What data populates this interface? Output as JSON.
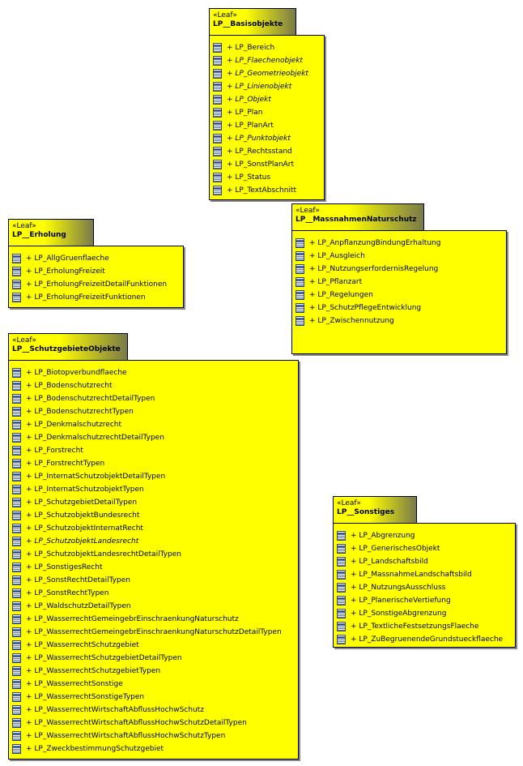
{
  "packages": {
    "basis": {
      "stereotype": "«Leaf»",
      "name": "LP__Basisobjekte",
      "items": [
        {
          "label": "+ LP_Bereich",
          "italic": false
        },
        {
          "label": "+ LP_Flaechenobjekt",
          "italic": true
        },
        {
          "label": "+ LP_Geometrieobjekt",
          "italic": true
        },
        {
          "label": "+ LP_Linienobjekt",
          "italic": true
        },
        {
          "label": "+ LP_Objekt",
          "italic": true
        },
        {
          "label": "+ LP_Plan",
          "italic": false
        },
        {
          "label": "+ LP_PlanArt",
          "italic": false
        },
        {
          "label": "+ LP_Punktobjekt",
          "italic": true
        },
        {
          "label": "+ LP_Rechtsstand",
          "italic": false
        },
        {
          "label": "+ LP_SonstPlanArt",
          "italic": false
        },
        {
          "label": "+ LP_Status",
          "italic": false
        },
        {
          "label": "+ LP_TextAbschnitt",
          "italic": false
        }
      ]
    },
    "erholung": {
      "stereotype": "«Leaf»",
      "name": "LP__Erholung",
      "items": [
        {
          "label": "+ LP_AllgGruenflaeche",
          "italic": false
        },
        {
          "label": "+ LP_ErholungFreizeit",
          "italic": false
        },
        {
          "label": "+ LP_ErholungFreizeitDetailFunktionen",
          "italic": false
        },
        {
          "label": "+ LP_ErholungFreizeitFunktionen",
          "italic": false
        }
      ]
    },
    "massnahmen": {
      "stereotype": "«Leaf»",
      "name": "LP__MassnahmenNaturschutz",
      "items": [
        {
          "label": "+ LP_AnpflanzungBindungErhaltung",
          "italic": false
        },
        {
          "label": "+ LP_Ausgleich",
          "italic": false
        },
        {
          "label": "+ LP_NutzungserfordernisRegelung",
          "italic": false
        },
        {
          "label": "+ LP_Pflanzart",
          "italic": false
        },
        {
          "label": "+ LP_Regelungen",
          "italic": false
        },
        {
          "label": "+ LP_SchutzPflegeEntwicklung",
          "italic": false
        },
        {
          "label": "+ LP_Zwischennutzung",
          "italic": false
        }
      ]
    },
    "schutz": {
      "stereotype": "«Leaf»",
      "name": "LP__SchutzgebieteObjekte",
      "items": [
        {
          "label": "+ LP_Biotopverbundflaeche",
          "italic": false
        },
        {
          "label": "+ LP_Bodenschutzrecht",
          "italic": false
        },
        {
          "label": "+ LP_BodenschutzrechtDetailTypen",
          "italic": false
        },
        {
          "label": "+ LP_BodenschutzrechtTypen",
          "italic": false
        },
        {
          "label": "+ LP_Denkmalschutzrecht",
          "italic": false
        },
        {
          "label": "+ LP_DenkmalschutzrechtDetailTypen",
          "italic": false
        },
        {
          "label": "+ LP_Forstrecht",
          "italic": false
        },
        {
          "label": "+ LP_ForstrechtTypen",
          "italic": false
        },
        {
          "label": "+ LP_InternatSchutzobjektDetailTypen",
          "italic": false
        },
        {
          "label": "+ LP_InternatSchutzobjektTypen",
          "italic": false
        },
        {
          "label": "+ LP_SchutzgebietDetailTypen",
          "italic": false
        },
        {
          "label": "+ LP_SchutzobjektBundesrecht",
          "italic": false
        },
        {
          "label": "+ LP_SchutzobjektInternatRecht",
          "italic": false
        },
        {
          "label": "+ LP_SchutzobjektLandesrecht",
          "italic": true
        },
        {
          "label": "+ LP_SchutzobjektLandesrechtDetailTypen",
          "italic": false
        },
        {
          "label": "+ LP_SonstigesRecht",
          "italic": false
        },
        {
          "label": "+ LP_SonstRechtDetailTypen",
          "italic": false
        },
        {
          "label": "+ LP_SonstRechtTypen",
          "italic": false
        },
        {
          "label": "+ LP_WaldschutzDetailTypen",
          "italic": false
        },
        {
          "label": "+ LP_WasserrechtGemeingebrEinschraenkungNaturschutz",
          "italic": false
        },
        {
          "label": "+ LP_WasserrechtGemeingebrEinschraenkungNaturschutzDetailTypen",
          "italic": false
        },
        {
          "label": "+ LP_WasserrechtSchutzgebiet",
          "italic": false
        },
        {
          "label": "+ LP_WasserrechtSchutzgebietDetailTypen",
          "italic": false
        },
        {
          "label": "+ LP_WasserrechtSchutzgebietTypen",
          "italic": false
        },
        {
          "label": "+ LP_WasserrechtSonstige",
          "italic": false
        },
        {
          "label": "+ LP_WasserrechtSonstigeTypen",
          "italic": false
        },
        {
          "label": "+ LP_WasserrechtWirtschaftAbflussHochwSchutz",
          "italic": false
        },
        {
          "label": "+ LP_WasserrechtWirtschaftAbflussHochwSchutzDetailTypen",
          "italic": false
        },
        {
          "label": "+ LP_WasserrechtWirtschaftAbflussHochwSchutzTypen",
          "italic": false
        },
        {
          "label": "+ LP_ZweckbestimmungSchutzgebiet",
          "italic": false
        }
      ]
    },
    "sonstiges": {
      "stereotype": "«Leaf»",
      "name": "LP__Sonstiges",
      "items": [
        {
          "label": "+ LP_Abgrenzung",
          "italic": false
        },
        {
          "label": "+ LP_GenerischesObjekt",
          "italic": false
        },
        {
          "label": "+ LP_Landschaftsbild",
          "italic": false
        },
        {
          "label": "+ LP_MassnahmeLandschaftsbild",
          "italic": false
        },
        {
          "label": "+ LP_NutzungsAusschluss",
          "italic": false
        },
        {
          "label": "+ LP_PlanerischeVertiefung",
          "italic": false
        },
        {
          "label": "+ LP_SonstigeAbgrenzung",
          "italic": false
        },
        {
          "label": "+ LP_TextlicheFestsetzungsFlaeche",
          "italic": false
        },
        {
          "label": "+ LP_ZuBegruenendeGrundstueckflaeche",
          "italic": false
        }
      ]
    }
  },
  "colors": {
    "package_fill": "#ffff00",
    "tab_gradient_end": "#7a7a4a",
    "class_icon": "#5b78b5"
  },
  "icon": "class-icon"
}
